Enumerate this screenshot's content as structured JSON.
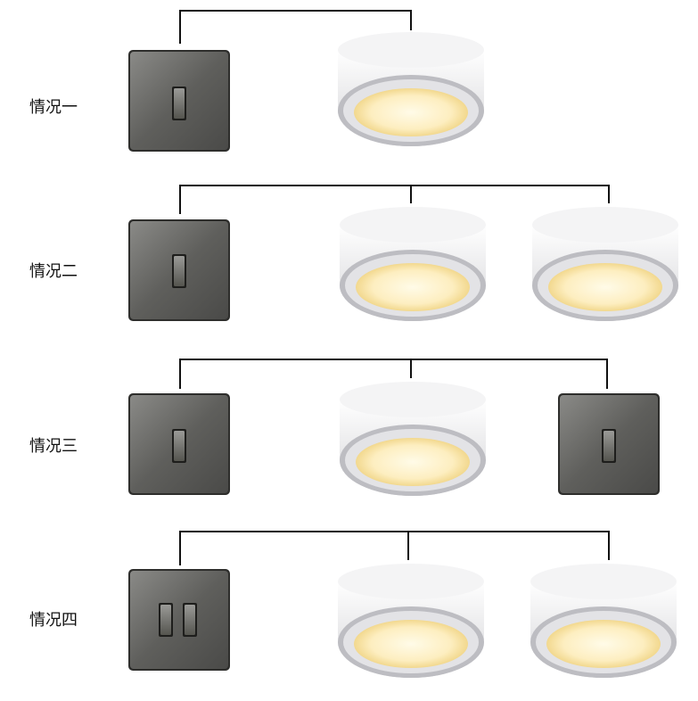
{
  "cases": [
    {
      "label": "情况一",
      "switches": 1,
      "lamps": 1
    },
    {
      "label": "情况二",
      "switches": 1,
      "lamps": 2
    },
    {
      "label": "情况三",
      "switches": 2,
      "lamps": 1
    },
    {
      "label": "情况四",
      "switches": 1,
      "lamps": 2,
      "double_rocker": true
    }
  ],
  "colors": {
    "wire": "#111111",
    "switch_plate": "#6b6b69",
    "lamp_body": "#e9e9ea",
    "lamp_glow": "#fbe7b0"
  }
}
